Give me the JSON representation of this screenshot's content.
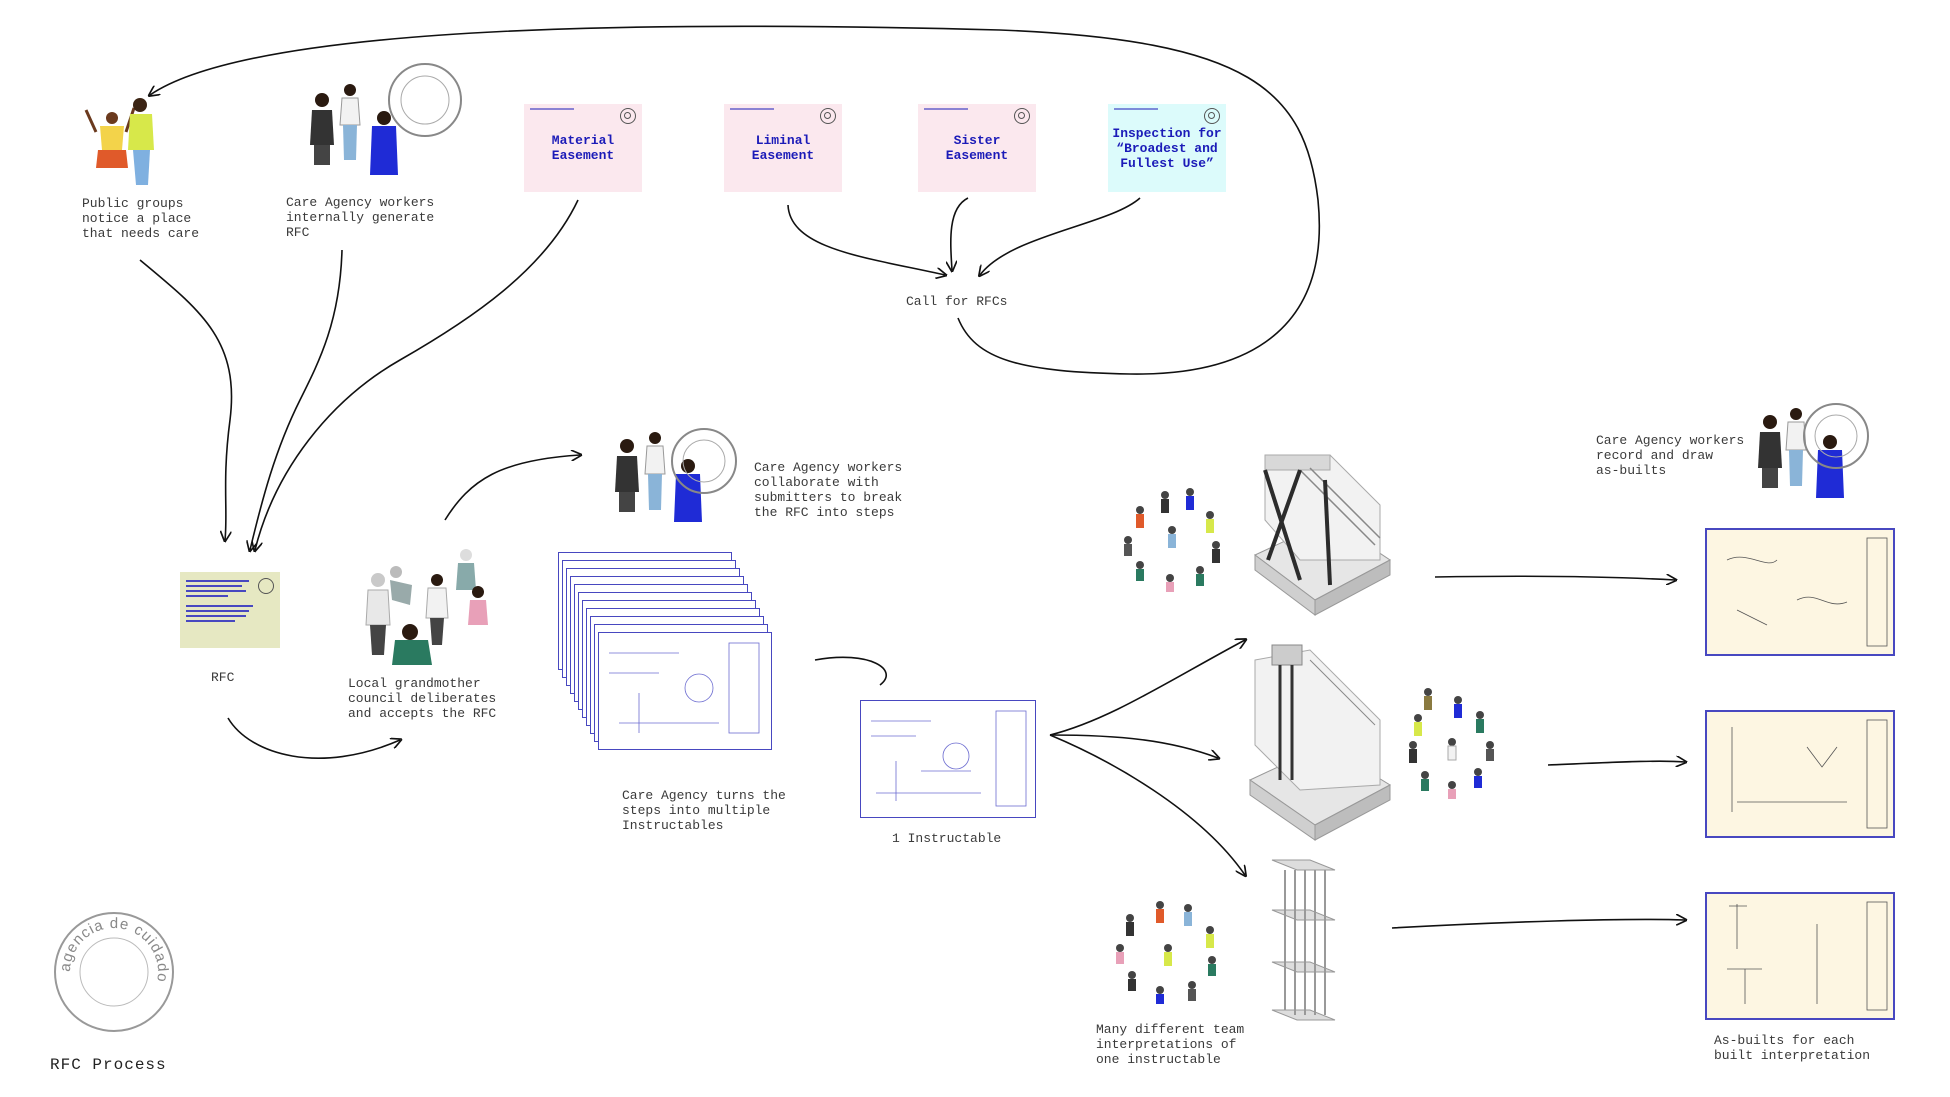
{
  "labels": {
    "public_groups": "Public groups\nnotice a place\nthat needs care",
    "workers_generate": "Care Agency workers\ninternally generate\nRFC",
    "call_for_rfcs": "Call for RFCs",
    "rfc": "RFC",
    "council": "Local grandmother\ncouncil deliberates\nand accepts the RFC",
    "workers_collaborate": "Care Agency workers\ncollaborate with\nsubmitters to break\nthe RFC into steps",
    "turns_steps": "Care Agency turns the\nsteps into multiple\nInstructables",
    "one_instructable": "1 Instructable",
    "team_interpretations": "Many different team\ninterpretations of\none instructable",
    "workers_record": "Care Agency workers\nrecord and draw\nas-builts",
    "asbuilts": "As-builts for each\nbuilt interpretation",
    "process_title": "RFC Process"
  },
  "cards": {
    "material": "Material\nEasement",
    "liminal": "Liminal\nEasement",
    "sister": "Sister\nEasement",
    "inspection": "Inspection for\n“Broadest and\nFullest Use”"
  },
  "seal_text": "agencia de cuidado",
  "colors": {
    "pink_card": "#fbe8ee",
    "cyan_card": "#dcfbfb",
    "rfc_card": "#e6e8c2",
    "accent_blue": "#1b1bb8",
    "sheet_border": "#4848c0",
    "asbuilt_bg": "#fdf6e2"
  }
}
